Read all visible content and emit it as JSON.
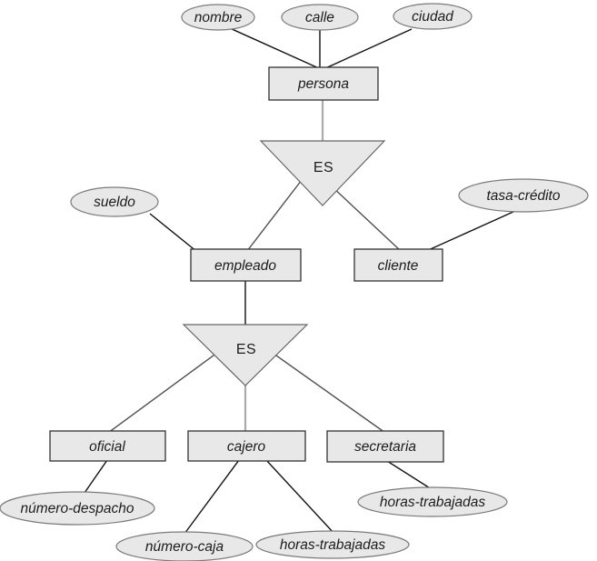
{
  "diagram_type": "er-isa-specialization-hierarchy",
  "colors": {
    "background": "#ffffff",
    "shape_fill": "#e8e8e8",
    "rect_border": "#333333",
    "ellipse_border": "#7a7a7a",
    "triangle_border": "#666666",
    "line_black": "#111111",
    "line_dark": "#4f4f4f",
    "line_gray": "#ababab",
    "text": "#1c1c1c"
  },
  "nodes": {
    "persona": {
      "label": "persona",
      "type": "entity"
    },
    "es1": {
      "label": "ES",
      "type": "isa-triangle"
    },
    "empleado": {
      "label": "empleado",
      "type": "entity"
    },
    "cliente": {
      "label": "cliente",
      "type": "entity"
    },
    "es2": {
      "label": "ES",
      "type": "isa-triangle"
    },
    "oficial": {
      "label": "oficial",
      "type": "entity"
    },
    "cajero": {
      "label": "cajero",
      "type": "entity"
    },
    "secretaria": {
      "label": "secretaria",
      "type": "entity"
    },
    "nombre": {
      "label": "nombre",
      "type": "attribute"
    },
    "calle": {
      "label": "calle",
      "type": "attribute"
    },
    "ciudad": {
      "label": "ciudad",
      "type": "attribute"
    },
    "sueldo": {
      "label": "sueldo",
      "type": "attribute"
    },
    "tasa_credito": {
      "label": "tasa-crédito",
      "type": "attribute"
    },
    "numero_despacho": {
      "label": "número-despacho",
      "type": "attribute"
    },
    "numero_caja": {
      "label": "número-caja",
      "type": "attribute"
    },
    "horas_trabajadas_cajero": {
      "label": "horas-trabajadas",
      "type": "attribute"
    },
    "horas_trabajadas_secretaria": {
      "label": "horas-trabajadas",
      "type": "attribute"
    }
  },
  "edges": [
    {
      "from": "nombre",
      "to": "persona"
    },
    {
      "from": "calle",
      "to": "persona"
    },
    {
      "from": "ciudad",
      "to": "persona"
    },
    {
      "from": "persona",
      "to": "es1"
    },
    {
      "from": "es1",
      "to": "empleado"
    },
    {
      "from": "es1",
      "to": "cliente"
    },
    {
      "from": "sueldo",
      "to": "empleado"
    },
    {
      "from": "tasa_credito",
      "to": "cliente"
    },
    {
      "from": "empleado",
      "to": "es2"
    },
    {
      "from": "es2",
      "to": "oficial"
    },
    {
      "from": "es2",
      "to": "cajero"
    },
    {
      "from": "es2",
      "to": "secretaria"
    },
    {
      "from": "numero_despacho",
      "to": "oficial"
    },
    {
      "from": "numero_caja",
      "to": "cajero"
    },
    {
      "from": "horas_trabajadas_cajero",
      "to": "cajero"
    },
    {
      "from": "horas_trabajadas_secretaria",
      "to": "secretaria"
    }
  ]
}
